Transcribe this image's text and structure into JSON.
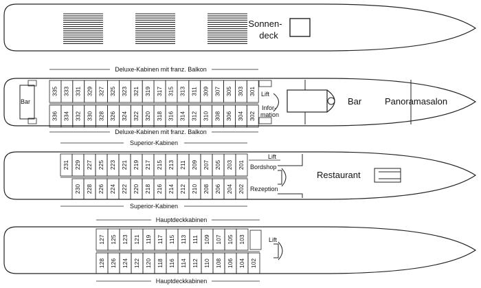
{
  "decks": {
    "sundeck": {
      "label_line1": "Sonnen-",
      "label_line2": "deck"
    },
    "upper": {
      "top_cabins": [
        "335",
        "333",
        "331",
        "329",
        "327",
        "325",
        "323",
        "321",
        "319",
        "317",
        "315",
        "313",
        "311",
        "309",
        "307",
        "305",
        "303",
        "301"
      ],
      "bottom_cabins": [
        "336",
        "334",
        "332",
        "330",
        "328",
        "326",
        "324",
        "322",
        "320",
        "318",
        "316",
        "314",
        "312",
        "310",
        "308",
        "306",
        "304",
        "302"
      ],
      "top_caption": "Deluxe-Kabinen mit franz. Balkon",
      "bottom_caption": "Deluxe-Kabinen mit franz. Balkon",
      "bar_left": "Bar",
      "lift": "Lift",
      "info_line1": "Infor-",
      "info_line2": "mation",
      "bar_right": "Bar",
      "lounge": "Panoramasalon"
    },
    "middle": {
      "top_cabins": [
        "231",
        "229",
        "227",
        "225",
        "223",
        "221",
        "219",
        "217",
        "215",
        "213",
        "211",
        "209",
        "207",
        "205",
        "203",
        "201"
      ],
      "bottom_cabins": [
        "230",
        "228",
        "226",
        "224",
        "222",
        "220",
        "218",
        "216",
        "214",
        "212",
        "210",
        "208",
        "206",
        "204",
        "202"
      ],
      "top_caption": "Superior-Kabinen",
      "bottom_caption": "Superior-Kabinen",
      "lift": "Lift",
      "shop": "Bordshop",
      "reception": "Rezeption",
      "restaurant": "Restaurant"
    },
    "main": {
      "top_cabins": [
        "127",
        "125",
        "123",
        "121",
        "119",
        "117",
        "115",
        "113",
        "111",
        "109",
        "107",
        "105",
        "103"
      ],
      "bottom_cabins": [
        "128",
        "126",
        "124",
        "122",
        "120",
        "118",
        "116",
        "114",
        "112",
        "110",
        "108",
        "106",
        "104",
        "102"
      ],
      "top_caption": "Hauptdeckkabinen",
      "bottom_caption": "Hauptdeckkabinen",
      "lift": "Lift"
    }
  }
}
